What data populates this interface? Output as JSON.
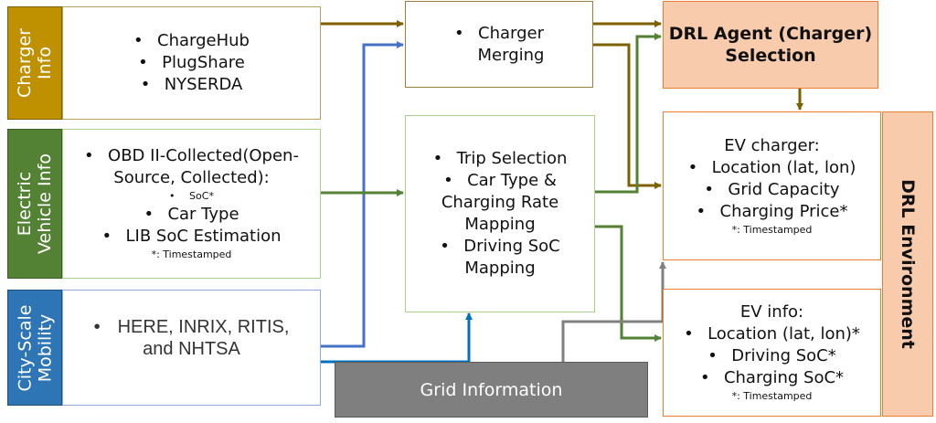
{
  "sources": {
    "charger_info": {
      "label_line1": "Charger",
      "label_line2": "Info",
      "items": [
        "ChargeHub",
        "PlugShare",
        "NYSERDA"
      ],
      "color": "#BF9000"
    },
    "ev_info": {
      "label_line1": "Electric",
      "label_line2": "Vehicle Info",
      "items": {
        "obd_line1": "OBD II-Collected(Open-",
        "obd_line2": "Source, Collected):",
        "soc": "SoC*",
        "car_type": "Car Type",
        "lib": "LIB SoC Estimation"
      },
      "footnote": "*: Timestamped",
      "color": "#548235"
    },
    "mobility": {
      "label_line1": "City-Scale",
      "label_line2": "Mobility",
      "item_line1": "HERE, INRIX, RITIS,",
      "item_line2": "and NHTSA",
      "color": "#2E75B6"
    }
  },
  "processing": {
    "charger_merging": {
      "line1": "Charger",
      "line2": "Merging"
    },
    "ev_processing": {
      "trip": "Trip Selection",
      "car_line1": "Car Type &",
      "car_line2": "Charging Rate",
      "car_line3": "Mapping",
      "soc_line1": "Driving SoC",
      "soc_line2": "Mapping"
    },
    "grid": {
      "label": "Grid Information",
      "color": "#7F7F7F"
    }
  },
  "drl": {
    "agent": {
      "line1": "DRL Agent (Charger)",
      "line2": "Selection",
      "color": "#F8CBAD",
      "border": "#ED7D31"
    },
    "environment": {
      "label": "DRL Environment"
    },
    "ev_charger": {
      "title": "EV charger:",
      "items": [
        "Location (lat, lon)",
        "Grid Capacity",
        "Charging Price*"
      ],
      "footnote": "*: Timestamped"
    },
    "ev_state": {
      "title": "EV info:",
      "items": [
        "Location (lat, lon)*",
        "Driving SoC*",
        "Charging SoC*"
      ],
      "footnote": "*: Timestamped"
    }
  },
  "colors": {
    "charger_line": "#7F6000",
    "ev_line": "#548235",
    "mobility_line": "#4472C4",
    "grid_arrow_blue": "#0070C0",
    "grid_line": "#808080"
  }
}
